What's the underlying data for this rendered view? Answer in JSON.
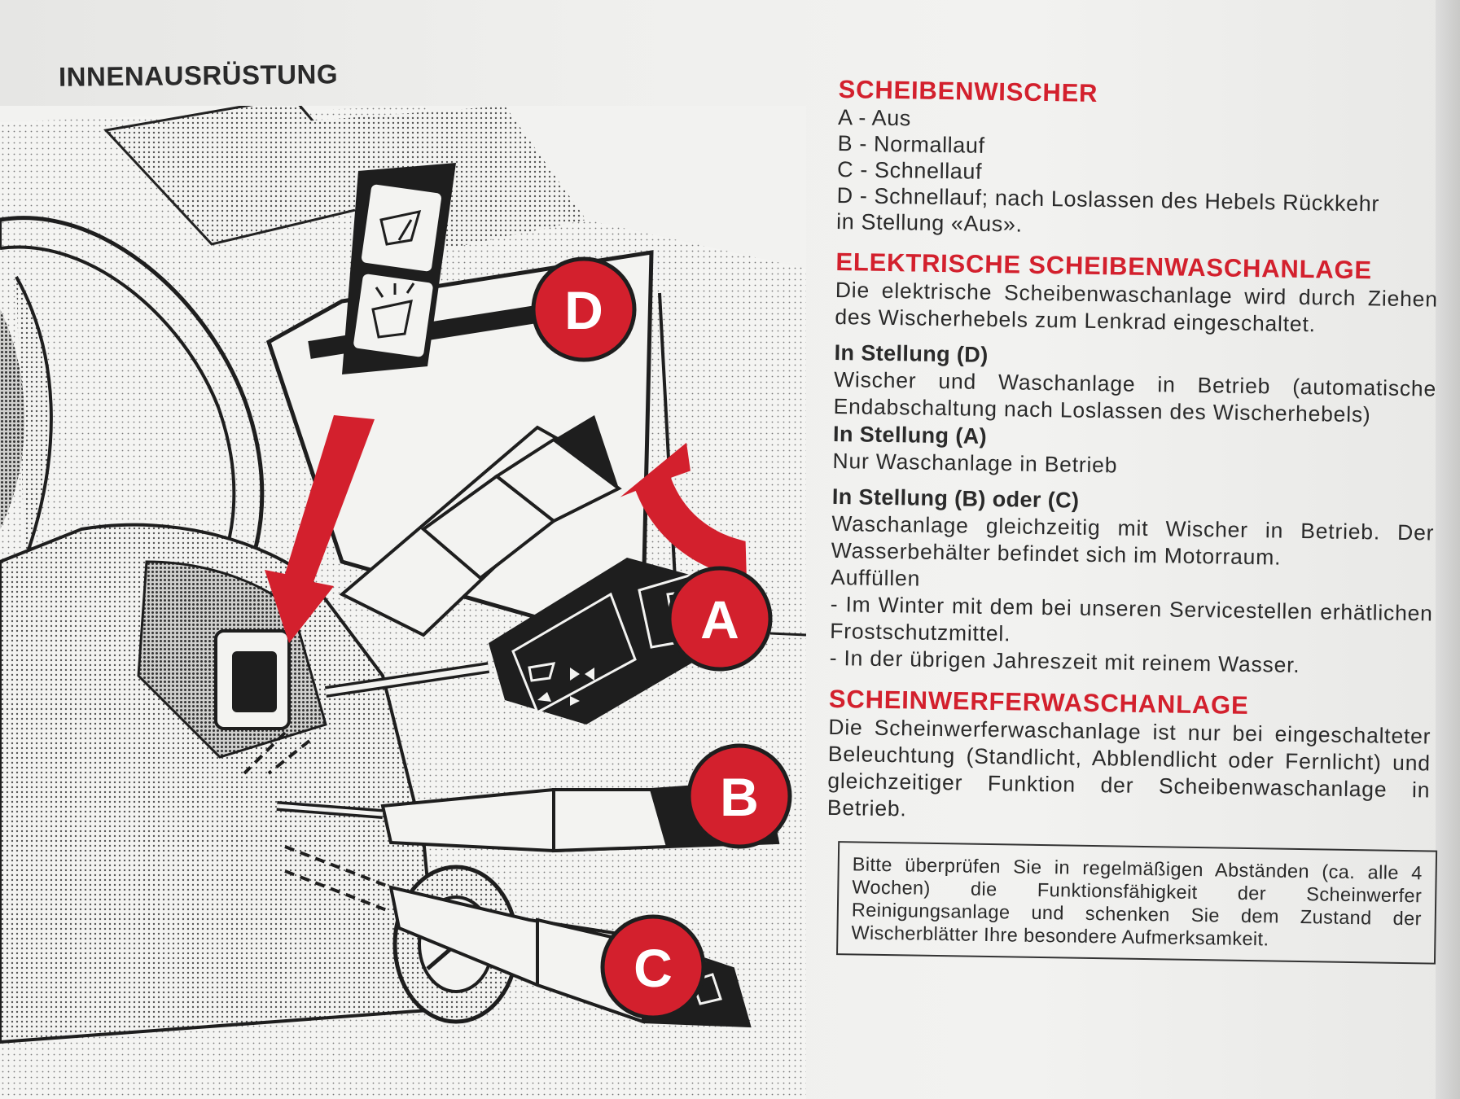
{
  "header": {
    "title": "INNENAUSRÜSTUNG"
  },
  "diagram": {
    "callouts": [
      {
        "id": "D",
        "label": "D"
      },
      {
        "id": "A",
        "label": "A"
      },
      {
        "id": "B",
        "label": "B"
      },
      {
        "id": "C",
        "label": "C"
      }
    ],
    "icons": [
      "windshield-wiper-icon",
      "windshield-washer-icon",
      "wiper-wash-icon",
      "headlamp-flash-icon"
    ],
    "colors": {
      "accent_red": "#d3202d",
      "ink": "#1e1e1e"
    }
  },
  "sections": {
    "wiper": {
      "title": "SCHEIBENWISCHER",
      "items": [
        "A - Aus",
        "B - Normallauf",
        "C - Schnellauf",
        "D - Schnellauf; nach Loslassen des Hebels Rückkehr",
        "in Stellung «Aus»."
      ]
    },
    "washer": {
      "title": "ELEKTRISCHE SCHEIBENWASCHANLAGE",
      "intro": "Die elektrische Scheibenwaschanlage wird durch Ziehen des Wischerhebels zum Lenkrad eingeschaltet.",
      "positions": [
        {
          "heading": "In Stellung (D)",
          "text": "Wischer und Waschanlage in Betrieb (automatische Endabschaltung nach Loslassen des Wischerhebels)"
        },
        {
          "heading": "In Stellung (A)",
          "text": "Nur Waschanlage in Betrieb"
        },
        {
          "heading": "In Stellung (B) oder (C)",
          "text": "Waschanlage gleichzeitig mit Wischer in Betrieb. Der Wasserbehälter befindet sich im Motorraum."
        }
      ],
      "refill_title": "Auffüllen",
      "refill_items": [
        "- Im Winter mit dem bei unseren Servicestellen erhätlichen Frostschutzmittel.",
        "- In der übrigen Jahreszeit mit reinem Wasser."
      ]
    },
    "headlamp": {
      "title": "SCHEINWERFERWASCHANLAGE",
      "text": "Die Scheinwerferwaschanlage ist nur bei eingeschalteter Beleuchtung (Standlicht, Abblendlicht oder Fernlicht) und gleichzeitiger Funktion der Scheibenwaschanlage in Betrieb."
    },
    "notice": {
      "text": "Bitte überprüfen Sie in regelmäßigen Abständen (ca. alle 4 Wochen) die Funktionsfähigkeit der Scheinwerfer Reinigungsanlage und schenken Sie dem Zustand der Wischerblätter Ihre besondere Aufmerksamkeit."
    }
  }
}
